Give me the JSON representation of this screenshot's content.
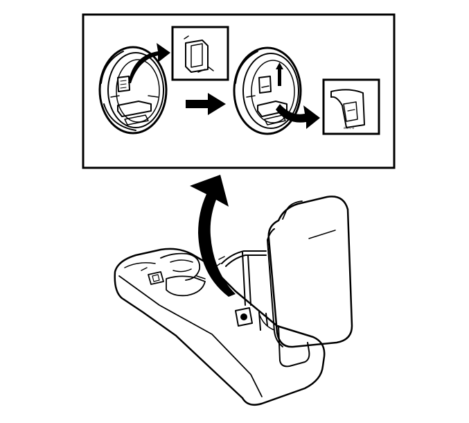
{
  "diagram": {
    "colors": {
      "line": "#000000",
      "background": "#ffffff"
    },
    "inset": {
      "steps": [
        {
          "name": "latch-closed"
        },
        {
          "name": "latch-released"
        }
      ]
    },
    "tiny_marks": "a b c d"
  }
}
